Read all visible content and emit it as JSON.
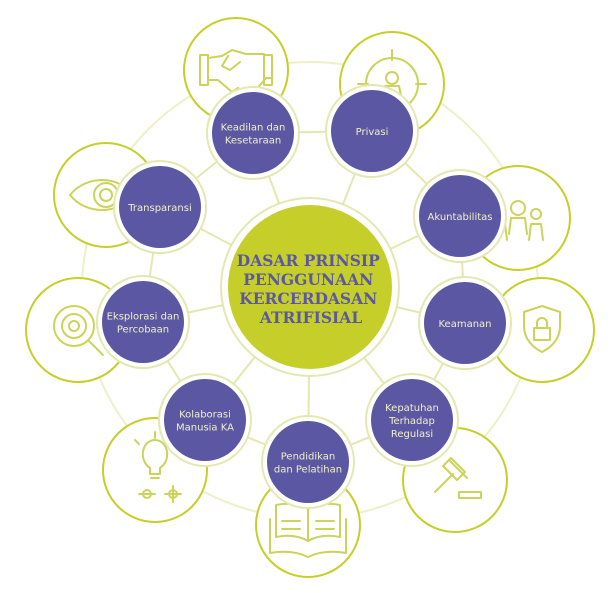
{
  "title": {
    "lines": [
      "DASAR PRINSIP",
      "PENGGUNAAN",
      "KERCERDASAN",
      "ATRIFISIAL"
    ]
  },
  "colors": {
    "purple": "#5b57a3",
    "lime": "#c6cf2a",
    "line": "#e4e8b0",
    "label": "#f2f0c8"
  },
  "principles": [
    {
      "id": "keadilan",
      "lines": [
        "Keadilan dan",
        "Kesetaraan"
      ],
      "icon": "handshake-icon"
    },
    {
      "id": "privasi",
      "lines": [
        "Privasi"
      ],
      "icon": "target-person-icon"
    },
    {
      "id": "akuntabilitas",
      "lines": [
        "Akuntabilitas"
      ],
      "icon": "people-icon"
    },
    {
      "id": "keamanan",
      "lines": [
        "Keamanan"
      ],
      "icon": "shield-lock-icon"
    },
    {
      "id": "kepatuhan",
      "lines": [
        "Kepatuhan",
        "Terhadap",
        "Regulasi"
      ],
      "icon": "gavel-icon"
    },
    {
      "id": "pendidikan",
      "lines": [
        "Pendidikan",
        "dan Pelatihan"
      ],
      "icon": "book-icon"
    },
    {
      "id": "kolaborasi",
      "lines": [
        "Kolaborasi",
        "Manusia KA"
      ],
      "icon": "lightbulb-icon"
    },
    {
      "id": "eksplorasi",
      "lines": [
        "Eksplorasi dan",
        "Percobaan"
      ],
      "icon": "gear-magnifier-icon"
    },
    {
      "id": "transparansi",
      "lines": [
        "Transparansi"
      ],
      "icon": "eye-icon"
    }
  ]
}
